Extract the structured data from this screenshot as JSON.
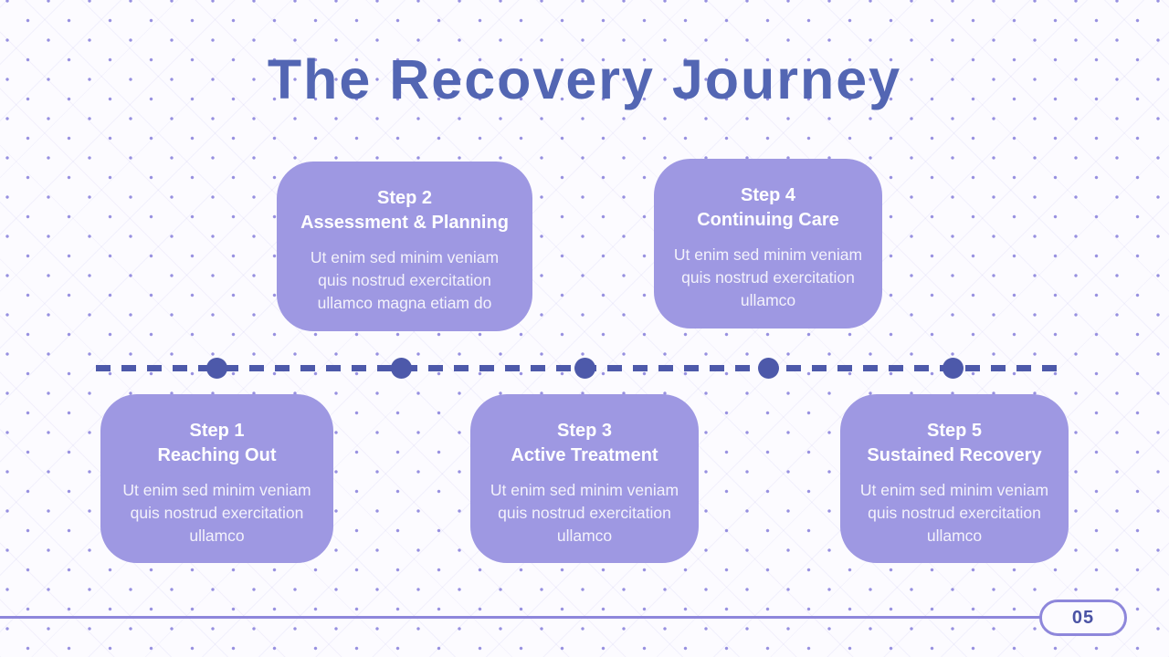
{
  "slide": {
    "title": "The Recovery Journey",
    "page_number": "05"
  },
  "steps": [
    {
      "step": "Step 1",
      "name": "Reaching Out",
      "body": "Ut enim sed minim veniam quis nostrud exercitation ullamco",
      "row": "bottom"
    },
    {
      "step": "Step 2",
      "name": "Assessment & Planning",
      "body": "Ut enim sed minim veniam quis nostrud exercitation ullamco magna etiam do",
      "row": "top"
    },
    {
      "step": "Step 3",
      "name": "Active Treatment",
      "body": "Ut enim sed minim veniam quis nostrud exercitation ullamco",
      "row": "bottom"
    },
    {
      "step": "Step 4",
      "name": "Continuing Care",
      "body": "Ut enim sed minim veniam quis nostrud exercitation ullamco",
      "row": "top"
    },
    {
      "step": "Step 5",
      "name": "Sustained Recovery",
      "body": "Ut enim sed minim veniam quis nostrud exercitation ullamco",
      "row": "bottom"
    }
  ],
  "colors": {
    "bg_color": "#fcfbff",
    "title_color": "#5366b3",
    "card_bg": "#9e98e2",
    "card_text": "#ffffff",
    "card_body_text": "#f3f2fb",
    "timeline_color": "#4d59aa",
    "footer_color": "#8e87db",
    "page_number_color": "#4a53a5"
  }
}
